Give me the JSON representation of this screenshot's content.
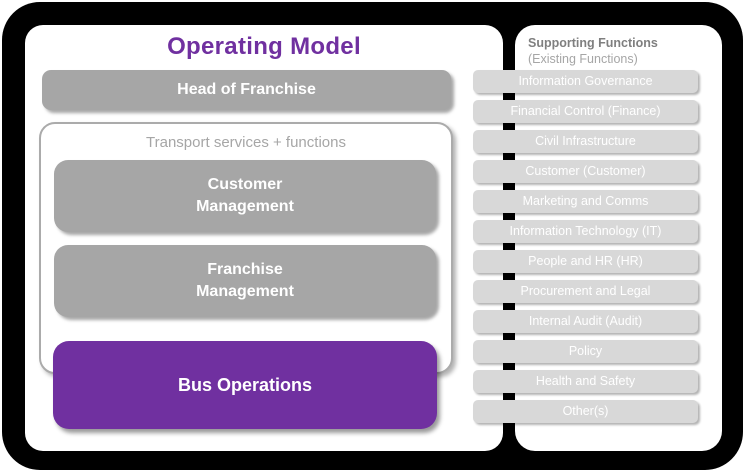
{
  "colors": {
    "accent_purple": "#7030A0",
    "box_gray": "#A6A6A6",
    "supporting_box_gray": "#D8D8D8",
    "frame_black": "#000000",
    "muted_text_gray": "#7F7F7F"
  },
  "main": {
    "title": "Operating Model",
    "head_of_franchise": "Head of Franchise",
    "transport_label": "Transport services + functions",
    "customer_management": "Customer\nManagement",
    "franchise_management": "Franchise\nManagement",
    "bus_operations": "Bus Operations"
  },
  "sidebar": {
    "title": "Supporting Functions",
    "subtitle": "(Existing Functions)",
    "items": [
      "Information Governance",
      "Financial Control (Finance)",
      "Civil Infrastructure",
      "Customer (Customer)",
      "Marketing and Comms",
      "Information Technology (IT)",
      "People and HR (HR)",
      "Procurement and Legal",
      "Internal Audit (Audit)",
      "Policy",
      "Health and Safety",
      "Other(s)"
    ]
  }
}
